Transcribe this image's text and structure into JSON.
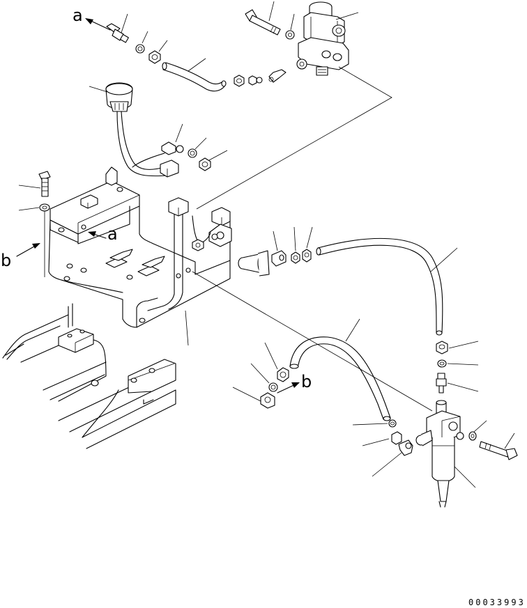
{
  "view_markers": {
    "a_top": "a",
    "a_mid": "a",
    "b_left": "b",
    "b_right": "b"
  },
  "drawing_number": "00033993"
}
